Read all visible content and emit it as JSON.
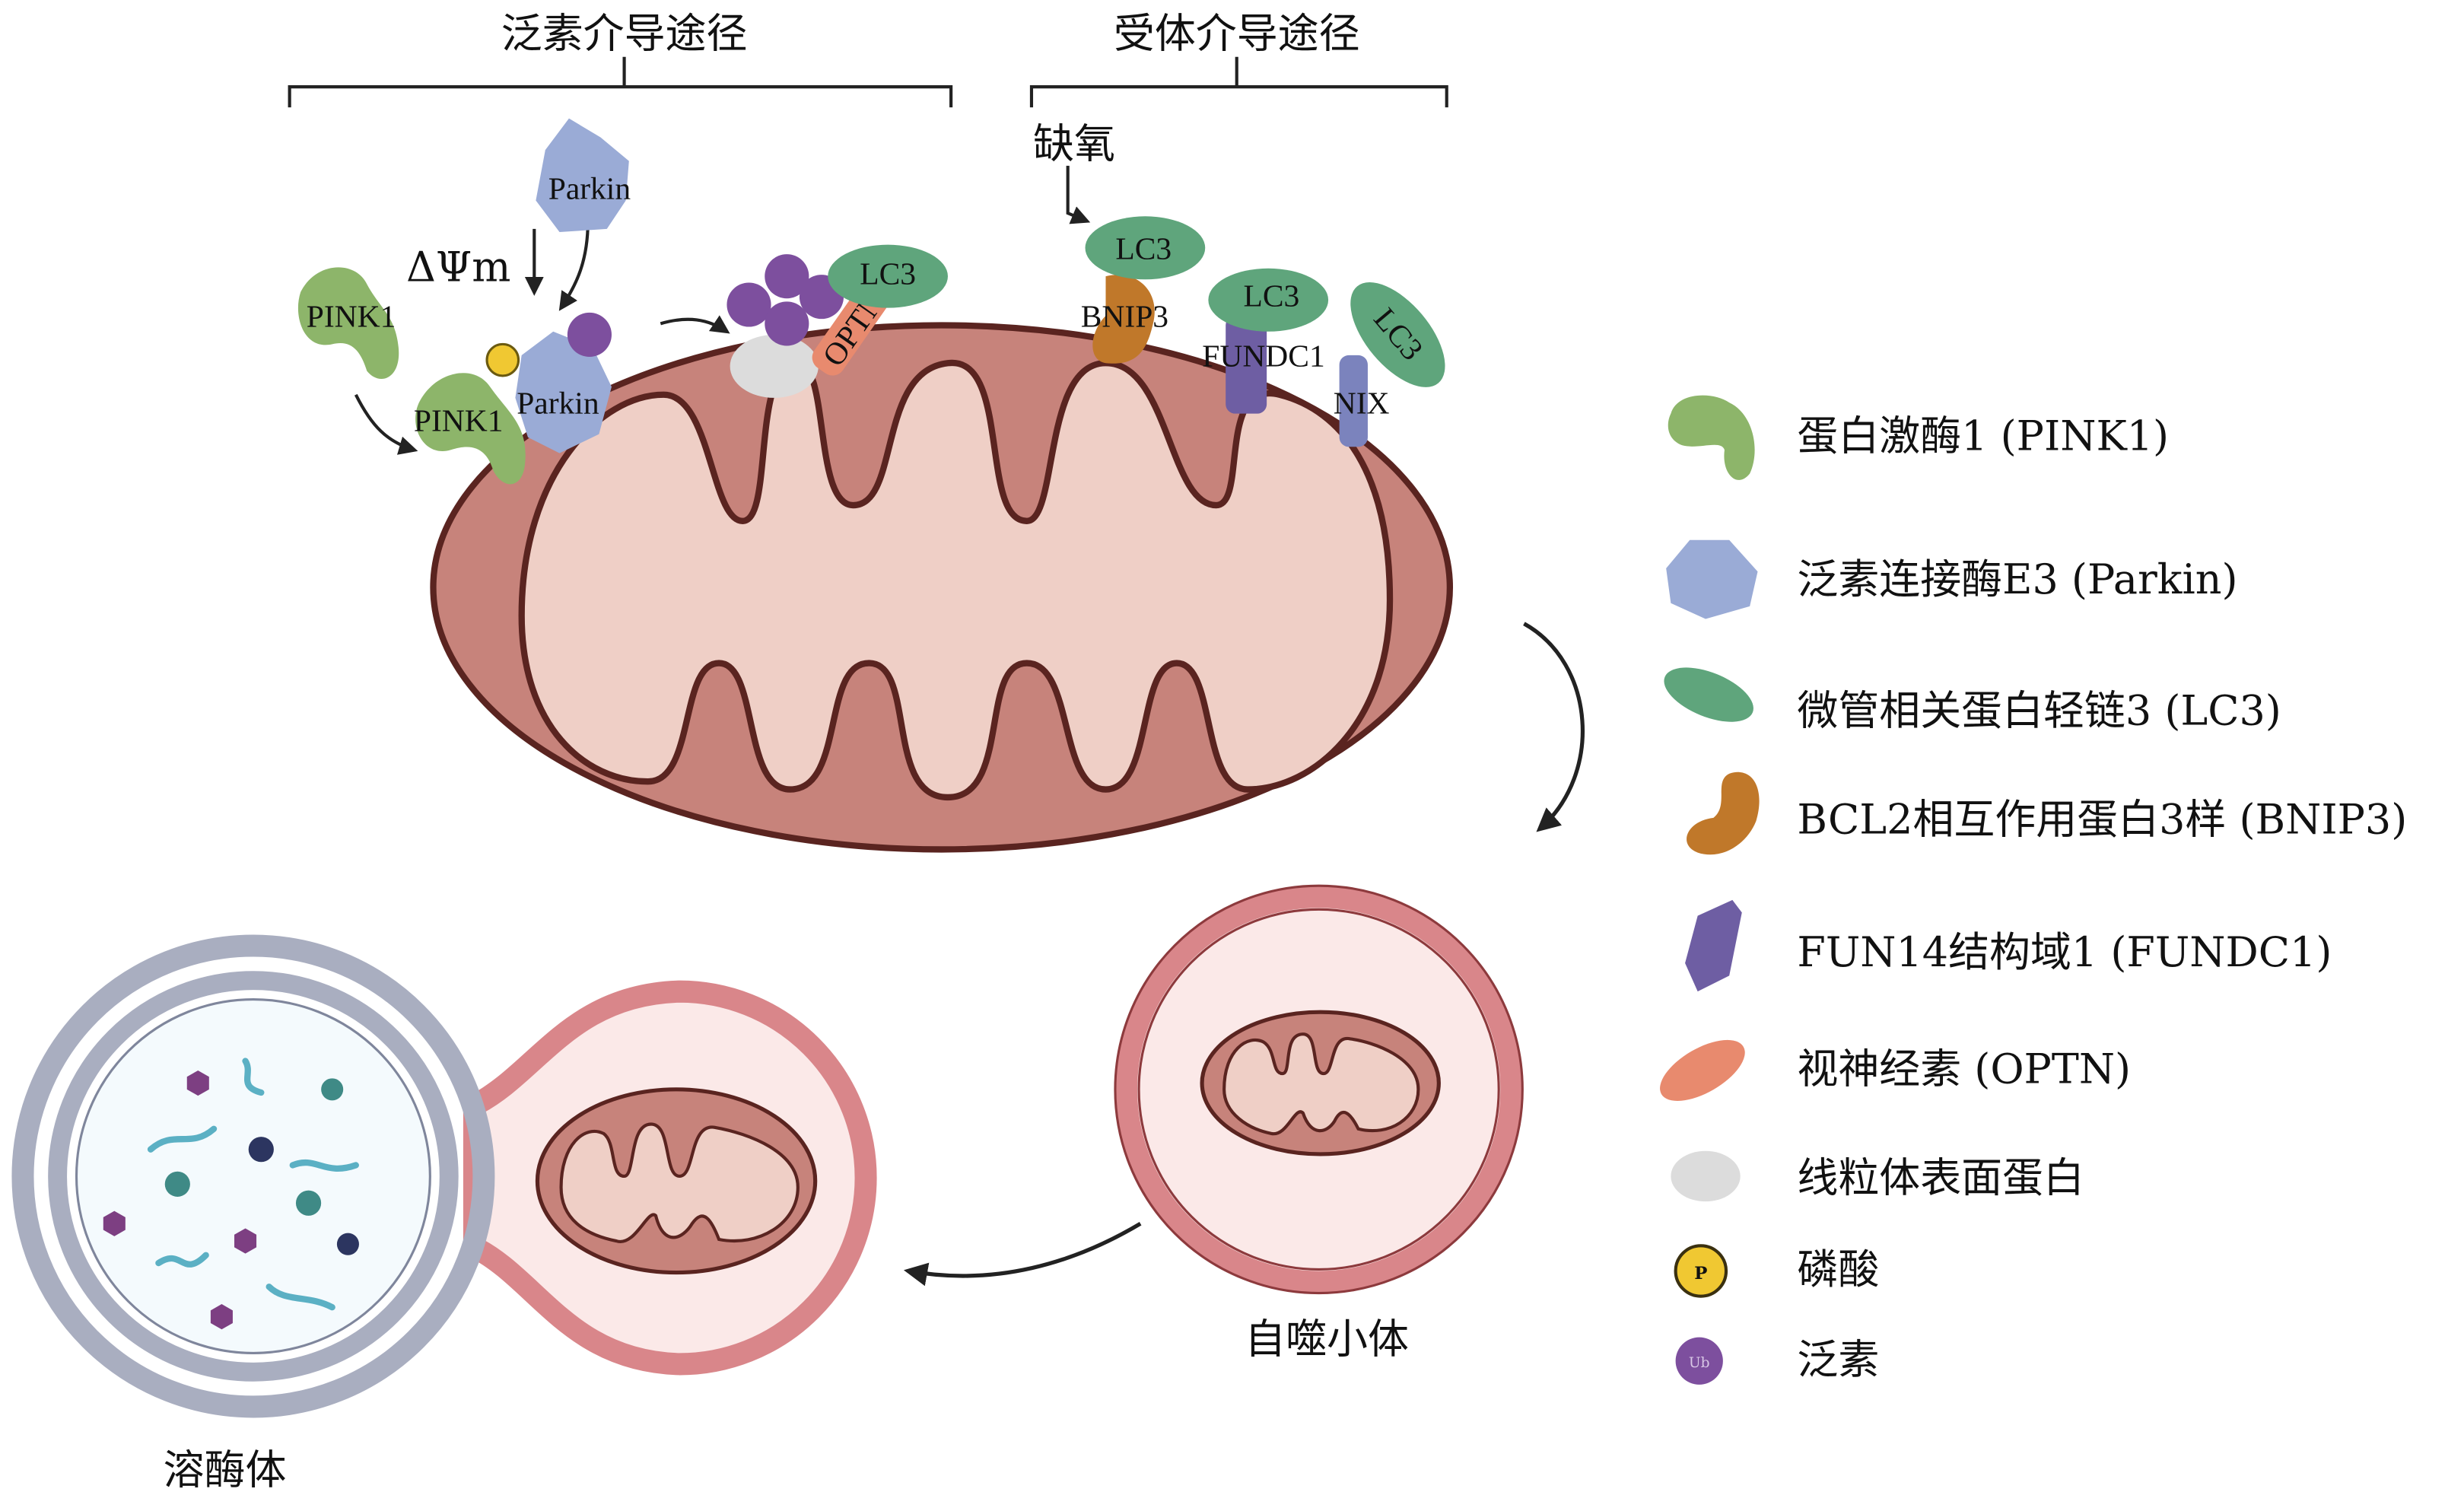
{
  "titles": {
    "ubiquitin_pathway": "泛素介导途径",
    "receptor_pathway": "受体介导途径"
  },
  "labels": {
    "hypoxia": "缺氧",
    "delta_psi": "ΔΨm",
    "parkin_top": "Parkin",
    "parkin_bound": "Parkin",
    "pink1_free": "PINK1",
    "pink1_bound": "PINK1",
    "optn": "OPTN",
    "lc3_optn": "LC3",
    "lc3_bnip3": "LC3",
    "bnip3": "BNIP3",
    "lc3_fundc1": "LC3",
    "fundc1": "FUNDC1",
    "lc3_nix": "LC3",
    "nix": "NIX",
    "autophagosome": "自噬小体",
    "lysosome": "溶酶体"
  },
  "legend": [
    {
      "icon": "pink1-icon",
      "color": "#8db56a",
      "label": "蛋白激酶1 (PINK1)"
    },
    {
      "icon": "parkin-icon",
      "color": "#9aabd6",
      "label": "泛素连接酶E3 (Parkin)"
    },
    {
      "icon": "lc3-icon",
      "color": "#5fa57c",
      "label": "微管相关蛋白轻链3 (LC3)"
    },
    {
      "icon": "bnip3-icon",
      "color": "#c0782a",
      "label": "BCL2相互作用蛋白3样  (BNIP3)"
    },
    {
      "icon": "fundc1-icon",
      "color": "#6e5ea3",
      "label": "FUN14结构域1 (FUNDC1)"
    },
    {
      "icon": "optn-icon",
      "color": "#e88a6e",
      "label": "视神经素  (OPTN)"
    },
    {
      "icon": "surface-protein-icon",
      "color": "#dcdcdc",
      "label": "线粒体表面蛋白"
    },
    {
      "icon": "phosphate-icon",
      "color": "#f0c832",
      "label": "磷酸",
      "glyph": "P"
    },
    {
      "icon": "ubiquitin-icon",
      "color": "#7d4f9e",
      "label": "泛素",
      "glyph": "Ub"
    }
  ],
  "colors": {
    "mito_outer": "#c7837b",
    "mito_inner": "#efcfc6",
    "mito_stroke": "#5a2420",
    "lysosome_ring": "#a9aec0",
    "autophagosome_ring": "#d9868a"
  }
}
